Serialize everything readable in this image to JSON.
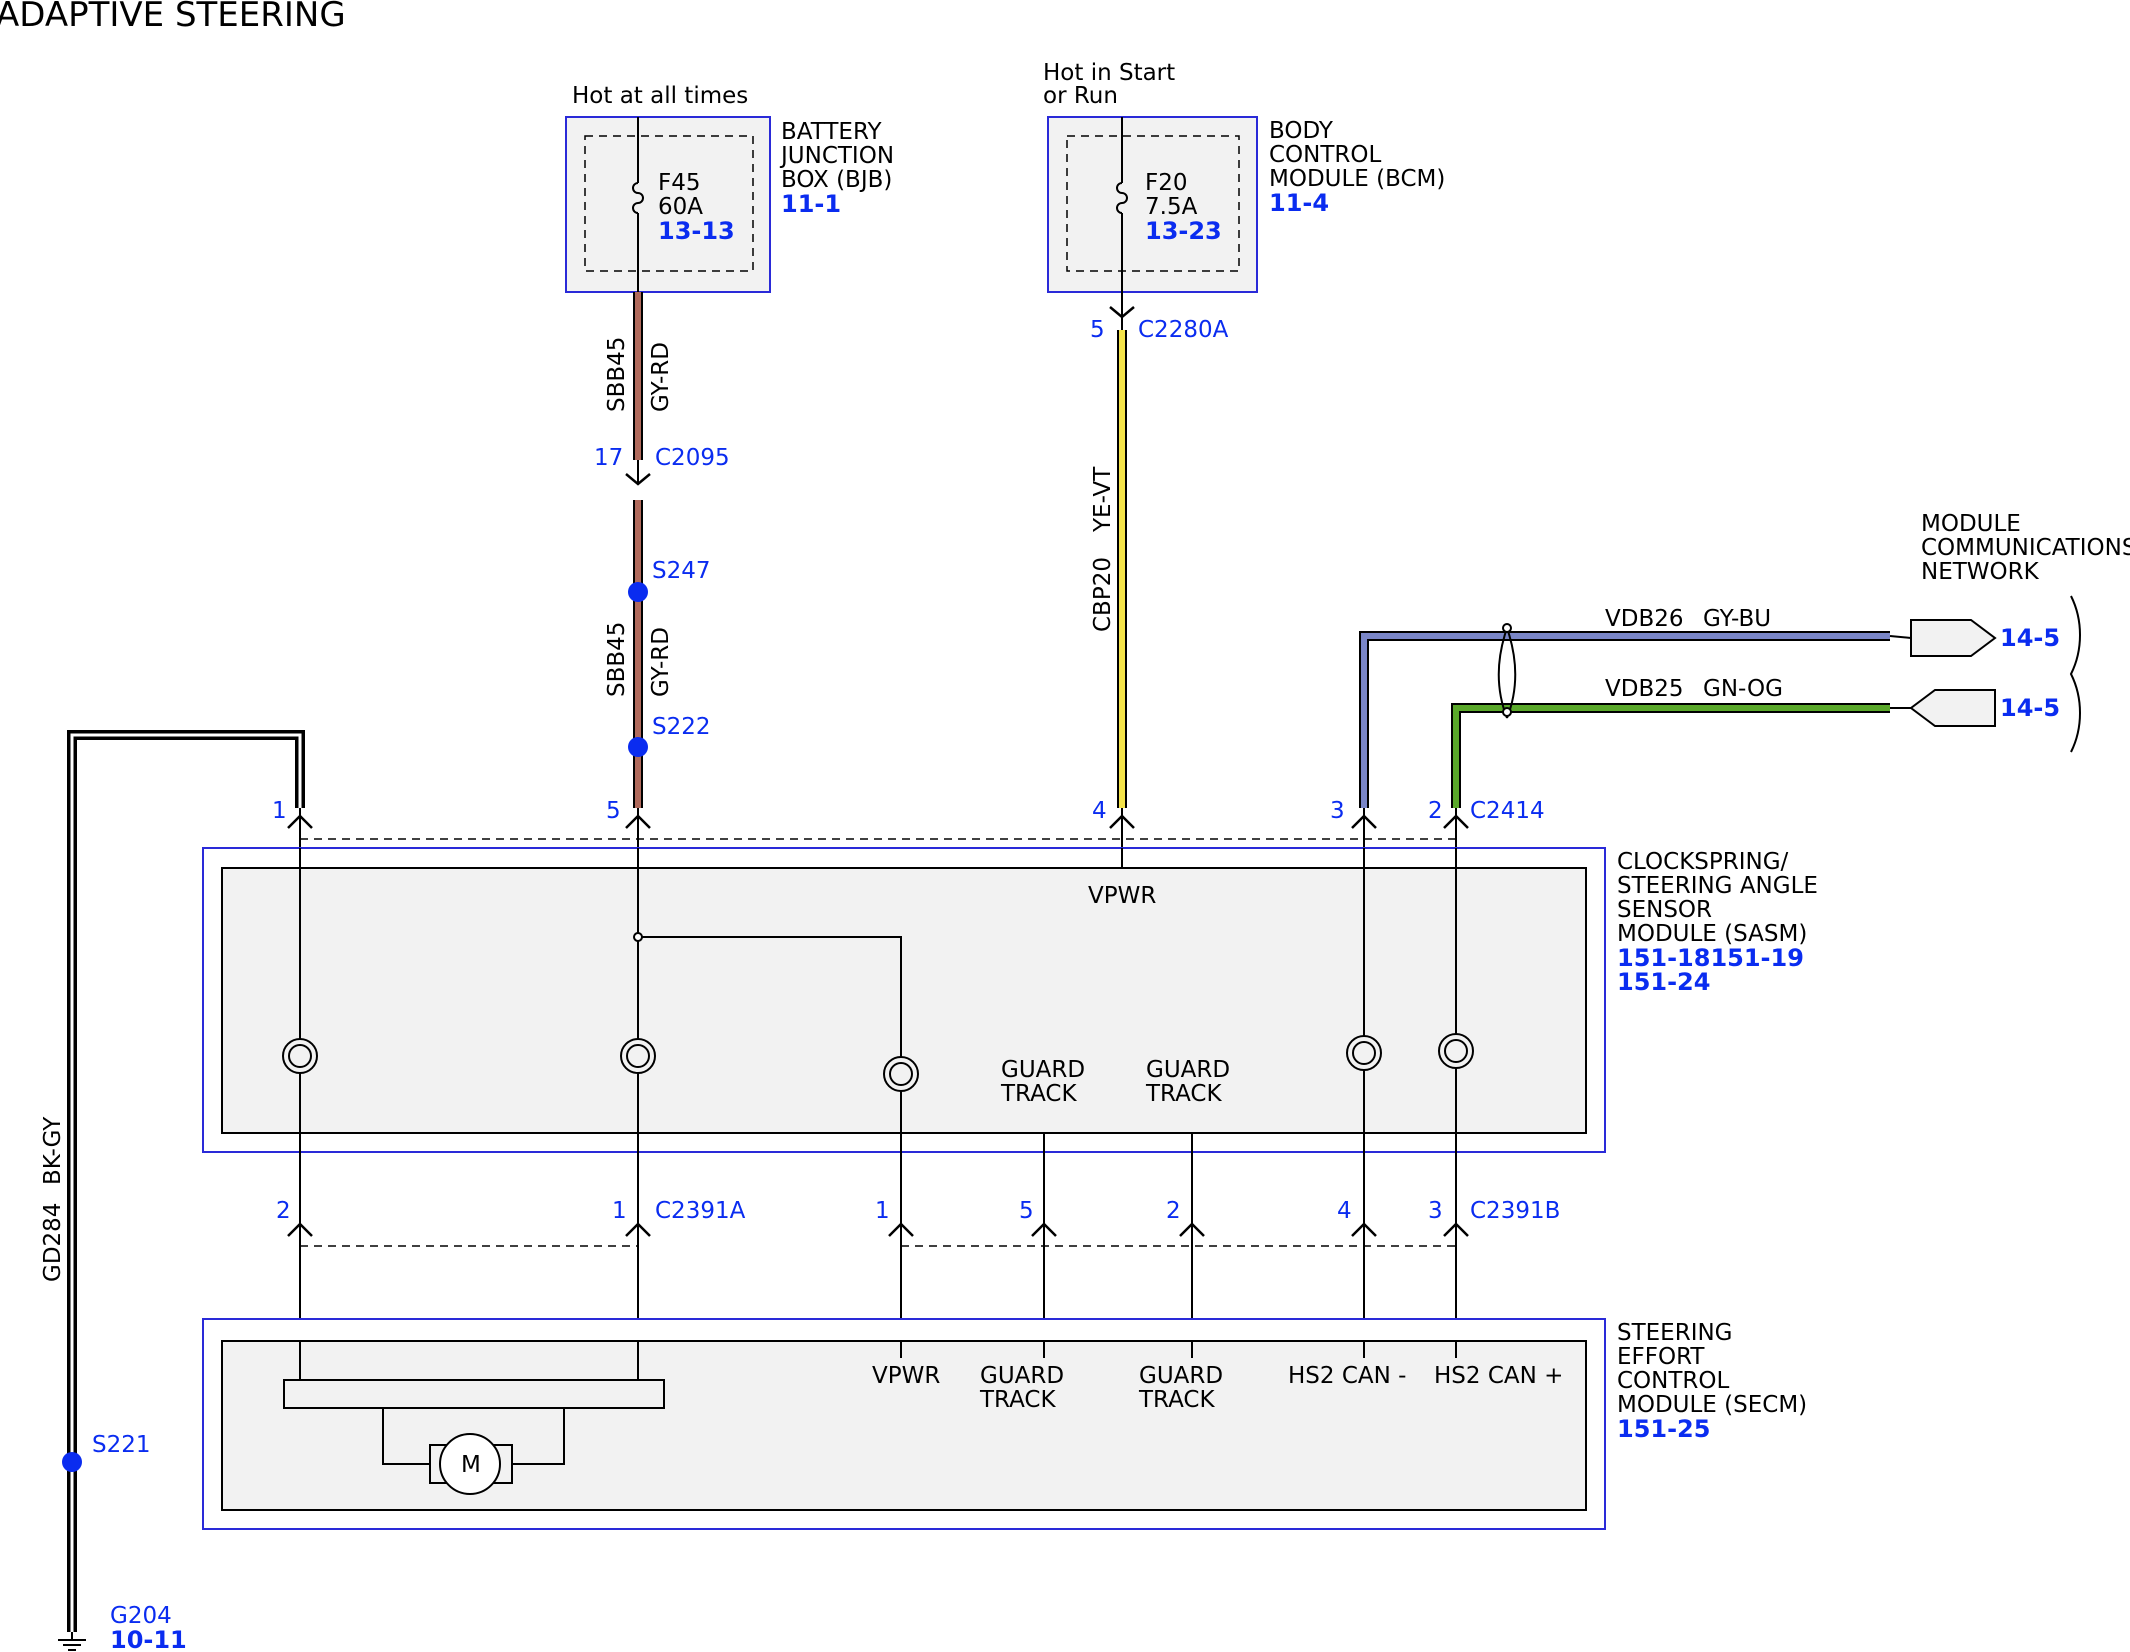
{
  "title": "ADAPTIVE STEERING",
  "power": {
    "bjb_source": "Hot at all times",
    "bcm_source_line1": "Hot in Start",
    "bcm_source_line2": "or Run"
  },
  "bjb": {
    "name_lines": [
      "BATTERY",
      "JUNCTION",
      "BOX (BJB)"
    ],
    "ref": "11-1",
    "fuse_id": "F45",
    "fuse_rating": "60A",
    "fuse_ref": "13-13"
  },
  "bcm": {
    "name_lines": [
      "BODY",
      "CONTROL",
      "MODULE (BCM)"
    ],
    "ref": "11-4",
    "fuse_id": "F20",
    "fuse_rating": "7.5A",
    "fuse_ref": "13-23"
  },
  "connectors": {
    "c2280a": "C2280A",
    "c2280a_pin": "5",
    "c2095": "C2095",
    "c2095_pin": "17",
    "c2414": "C2414",
    "c2414_pins": [
      "1",
      "5",
      "4",
      "3",
      "2"
    ],
    "c2391a": "C2391A",
    "c2391a_pins": [
      "2",
      "1"
    ],
    "c2391b": "C2391B",
    "c2391b_pins": [
      "1",
      "5",
      "2",
      "4",
      "3"
    ]
  },
  "wires": {
    "sbb45_upper_circuit": "SBB45",
    "sbb45_upper_color": "GY-RD",
    "sbb45_lower_circuit": "SBB45",
    "sbb45_lower_color": "GY-RD",
    "cbp20_circuit": "CBP20",
    "cbp20_color": "YE-VT",
    "vdb26": "VDB26",
    "vdb26_color": "GY-BU",
    "vdb25": "VDB25",
    "vdb25_color": "GN-OG",
    "gd284_circuit": "GD284",
    "gd284_color": "BK-GY"
  },
  "splices": {
    "s247": "S247",
    "s222": "S222",
    "s221": "S221"
  },
  "ground": {
    "id": "G204",
    "ref": "10-11"
  },
  "network": {
    "name_lines": [
      "MODULE",
      "COMMUNICATIONS",
      "NETWORK"
    ],
    "ref_upper": "14-5",
    "ref_lower": "14-5"
  },
  "sasm": {
    "name_lines": [
      "CLOCKSPRING/",
      "STEERING ANGLE",
      "SENSOR",
      "MODULE (SASM)"
    ],
    "ref_line1": "151-18151-19",
    "ref_line2": "151-24",
    "vpwr": "VPWR",
    "guard_track_1": [
      "GUARD",
      "TRACK"
    ],
    "guard_track_2": [
      "GUARD",
      "TRACK"
    ]
  },
  "secm": {
    "name_lines": [
      "STEERING",
      "EFFORT",
      "CONTROL",
      "MODULE (SECM)"
    ],
    "ref": "151-25",
    "vpwr": "VPWR",
    "guard_track_1": [
      "GUARD",
      "TRACK"
    ],
    "guard_track_2": [
      "GUARD",
      "TRACK"
    ],
    "hs2_can_minus": "HS2 CAN -",
    "hs2_can_plus": "HS2 CAN +",
    "motor": "M"
  },
  "colors": {
    "module_border": "#2a2ad8",
    "module_fill": "#f2f2f2",
    "label_blue": "#0a2cf0",
    "splice_blue": "#0a2cf0",
    "wire_gy_rd": "#b06a5c",
    "wire_ye_vt": "#f4e34a",
    "wire_gy_bu": "#7a86c8",
    "wire_gn_og": "#5aa82a"
  }
}
